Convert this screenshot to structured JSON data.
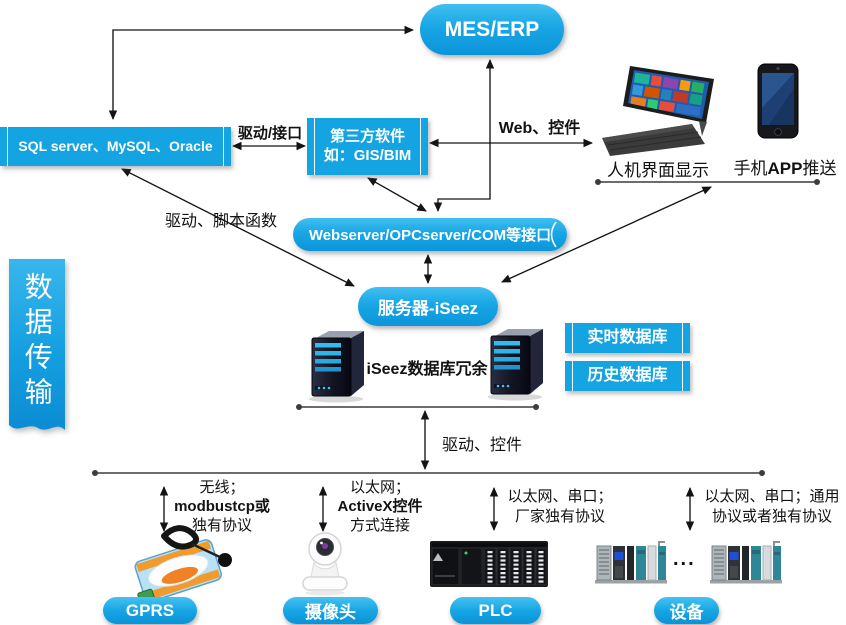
{
  "banner": {
    "text": "数据传输"
  },
  "nodes": {
    "mes_erp": "MES/ERP",
    "sql": "SQL server、MySQL、Oracle",
    "third_party_line1": "第三方软件",
    "third_party_line2": "如：GIS/BIM",
    "webserver": "Webserver/OPCserver/COM等接口",
    "server_iseez": "服务器-iSeez",
    "db_redundancy": "iSeez数据库冗余",
    "realtime_db": "实时数据库",
    "history_db": "历史数据库"
  },
  "edge_labels": {
    "driver_interface": "驱动/接口",
    "web_controls": "Web、控件",
    "driver_script": "驱动、脚本函数",
    "driver_controls": "驱动、控件"
  },
  "right_devices": {
    "hmi_label": "人机界面显示",
    "phone_label_prefix": "手机",
    "phone_label_bold": "APP",
    "phone_label_suffix": "推送"
  },
  "bottom": {
    "ellipsis": "...",
    "branches": [
      {
        "lines": [
          "无线；",
          "modbustcp或",
          "独有协议"
        ]
      },
      {
        "lines": [
          "以太网；",
          "ActiveX控件",
          "方式连接"
        ]
      },
      {
        "lines": [
          "以太网、串口；",
          "厂家独有协议"
        ]
      },
      {
        "lines": [
          "以太网、串口；通用",
          "协议或者独有协议"
        ]
      }
    ],
    "pills": [
      "GPRS",
      "摄像头",
      "PLC",
      "设备"
    ]
  },
  "colors": {
    "primary": "#14a4e1",
    "primary_light": "#41bff1",
    "primary_dark": "#0c95da",
    "line": "#141414",
    "text": "#121212"
  }
}
